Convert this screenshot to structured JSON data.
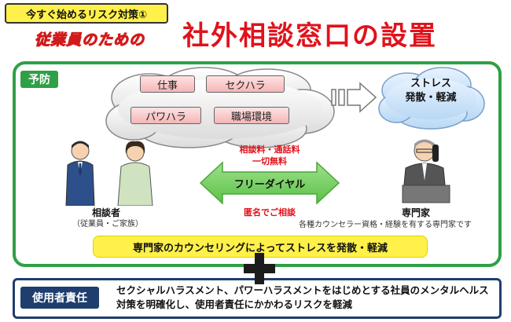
{
  "header": {
    "tag": "今すぐ始めるリスク対策①",
    "subtitle": "従業員のための",
    "title": "社外相談窓口の設置"
  },
  "prevention": {
    "tab_label": "予防",
    "stressors": [
      "仕事",
      "セクハラ",
      "パワハラ",
      "職場環境"
    ],
    "relief_line1": "ストレス",
    "relief_line2": "発散・軽減"
  },
  "consultation": {
    "fee_line1": "相談料・通話料",
    "fee_line2": "一切無料",
    "freedial": "フリーダイヤル",
    "anonymous": "匿名でご相談"
  },
  "client": {
    "label": "相談者",
    "sub": "（従業員・ご家族）"
  },
  "expert": {
    "label": "専門家",
    "sub": "各種カウンセラー資格・経験を有する専門家です"
  },
  "counsel_banner": "専門家のカウンセリングによってストレスを発散・軽減",
  "employer": {
    "tag": "使用者責任",
    "text": "セクシャルハラスメント、パワーハラスメントをはじめとする社員のメンタルヘルス対策を明確化し、使用者責任にかかわるリスクを軽減"
  },
  "colors": {
    "green": "#2fa046",
    "red": "#e0121b",
    "yellow": "#fff14a",
    "navy": "#1f3e6e"
  }
}
